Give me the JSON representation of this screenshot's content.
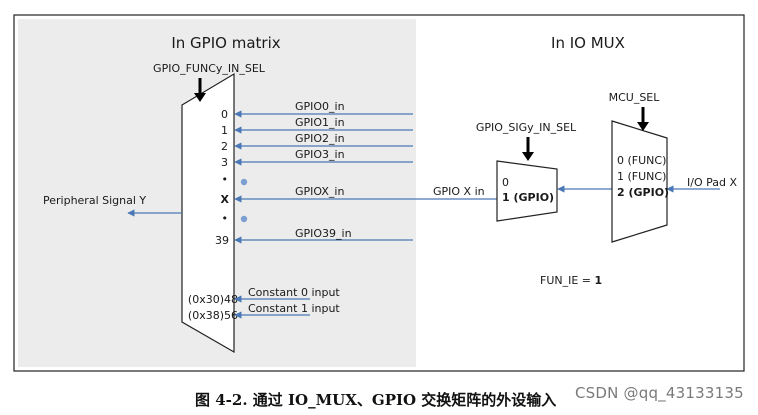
{
  "gpio_matrix": {
    "title": "In GPIO matrix",
    "sel_label": "GPIO_FUNCy_IN_SEL",
    "output_label": "Peripheral Signal Y",
    "port_labels": [
      "0",
      "1",
      "2",
      "3",
      "•",
      "X",
      "•",
      "39",
      "(0x30)48",
      "(0x38)56"
    ],
    "input_labels": [
      "GPIO0_in",
      "GPIO1_in",
      "GPIO2_in",
      "GPIO3_in",
      "GPIOX_in",
      "GPIO39_in",
      "Constant 0 input",
      "Constant 1 input"
    ]
  },
  "io_mux": {
    "title": "In IO MUX",
    "sig_sel_label": "GPIO_SIGy_IN_SEL",
    "small_mux_port0": "0",
    "small_mux_port1": "1 (GPIO)",
    "gpio_x_in": "GPIO X in",
    "mcu_sel_label": "MCU_SEL",
    "mcu_ports": [
      "0 (FUNC)",
      "1 (FUNC)",
      "2 (GPIO)"
    ],
    "pad_label": "I/O Pad X",
    "fun_ie_prefix": "FUN_IE = ",
    "fun_ie_value": "1"
  },
  "caption": "图 4-2. 通过 IO_MUX、GPIO 交换矩阵的外设输入",
  "watermark": "CSDN @qq_43133135",
  "colors": {
    "panel_fill": "#ececec",
    "arrow": "#4a78b4",
    "dot": "#7a9fd0",
    "border": "#222222"
  }
}
